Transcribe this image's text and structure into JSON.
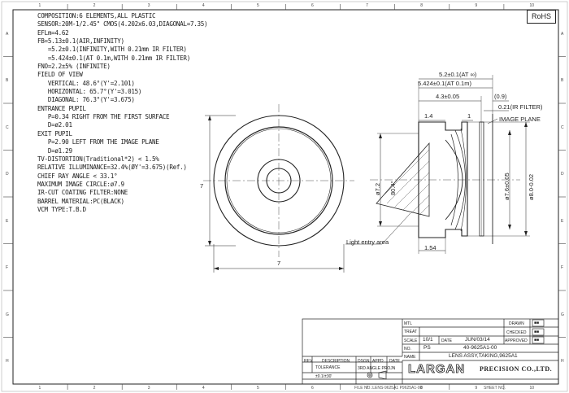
{
  "spec_lines": [
    "COMPOSITION:6 ELEMENTS,ALL PLASTIC",
    "SENSOR:20M-1/2.45\" CMOS(4.202x6.03,DIAGONAL=7.35)",
    "EFLm=4.62",
    "FB=5.13±0.1(AIR,INFINITY)",
    "   =5.2±0.1(INFINITY,WITH 0.21mm IR FILTER)",
    "   =5.424±0.1(AT 0.1m,WITH 0.21mm IR FILTER)",
    "FNO=2.2±5% (INFINITE)",
    "FIELD OF VIEW",
    "   VERTICAL: 48.6°(Y'=2.101)",
    "   HORIZONTAL: 65.7°(Y'=3.015)",
    "   DIAGONAL: 76.3°(Y'=3.675)",
    "ENTRANCE PUPIL",
    "   P=0.34 RIGHT FROM THE FIRST SURFACE",
    "   D=ø2.01",
    "EXIT PUPIL",
    "   P=2.90 LEFT FROM THE IMAGE PLANE",
    "   D=ø1.29",
    "TV-DISTORTION(Traditional*2) < 1.5%",
    "RELATIVE ILLUMINANCE=32.4%(ØY'=3.675)(Ref.)",
    "CHIEF RAY ANGLE < 33.1°",
    "MAXIMUM IMAGE CIRCLE:ø7.9",
    "IR-CUT COATING FILTER:NONE",
    "BARREL MATERIAL:PC(BLACK)",
    "VCM TYPE:T.B.D"
  ],
  "rohs": "RoHS",
  "border": {
    "top_numbers": [
      "1",
      "2",
      "3",
      "4",
      "5",
      "6",
      "7",
      "8",
      "9",
      "10"
    ],
    "bottom_numbers": [
      "1",
      "2",
      "3",
      "4",
      "5",
      "6",
      "7",
      "8",
      "9",
      "10"
    ],
    "left_letters": [
      "A",
      "B",
      "C",
      "D",
      "E",
      "F",
      "G",
      "H"
    ],
    "right_letters": [
      "A",
      "B",
      "C",
      "D",
      "E",
      "F",
      "G",
      "H"
    ]
  },
  "front_view": {
    "width_label": "7",
    "height_label": "7"
  },
  "side_view": {
    "fb_top": "5.2±0.1(AT ∞)",
    "fb_near": "5.424±0.1(AT 0.1m)",
    "len_43": "4.3±0.05",
    "gap": "(0.9)",
    "ir_filter": "0.21(IR FILTER)",
    "dim_14": "1.4",
    "dim_1": "1",
    "image_plane": "IMAGE PLANE",
    "dia_72": "ø7.2",
    "angle": "80.4°",
    "dia_76": "ø7.6±0.05",
    "dia_8": "ø8.0-0.02",
    "dim_154": "1.54",
    "light_entry": "Light entry area"
  },
  "title_block": {
    "mtl_label": "MTL",
    "treat_label": "TREAT",
    "scale_label": "SCALE",
    "scale_value": "10/1",
    "date_label": "DATE",
    "date_value": "JUN/03/14",
    "no_label": "NO.",
    "no_prefix": "PS",
    "part_no": "40-9625A1-00",
    "name_label": "NAME",
    "name_value": "LENS ASSY,TAKING,9625A1",
    "drawn_label": "DRAWN",
    "checked_label": "CHECKED",
    "approved_label": "APPROVED",
    "stamp_drawn": "■■",
    "stamp_checked": "■■",
    "stamp_approved": "■■",
    "rev_label": "REV",
    "description_label": "DESCRIPTION",
    "dsgn_label": "DSGN",
    "appd_label": "APPD",
    "date2_label": "DATE",
    "tolerance_label": "TOLERANCE",
    "tolerance_value": "±0.1/±30'",
    "projection_label": "3RD ANGLE PROJN",
    "company_logo": "LARGAN",
    "company_suffix": "PRECISION CO.,LTD.",
    "file_no": "FILE NO.:LENS-9625A1 P9625A1-00",
    "sheet_no": "SHEET NO."
  }
}
